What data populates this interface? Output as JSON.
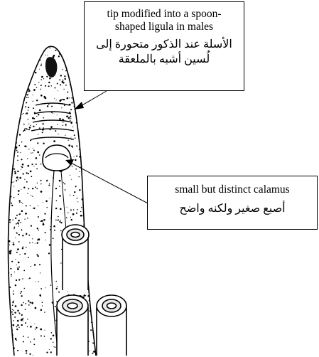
{
  "labels": {
    "ligula": {
      "en": "tip modified into a spoon-shaped ligula in males",
      "ar": "الأسلة عند الذكور متحورة إلى لُسين أشبه بالملعقة"
    },
    "calamus": {
      "en": "small but distinct calamus",
      "ar": "أصبع صغير ولكنه واضح"
    }
  },
  "colors": {
    "ink": "#000000",
    "paper": "#ffffff"
  }
}
